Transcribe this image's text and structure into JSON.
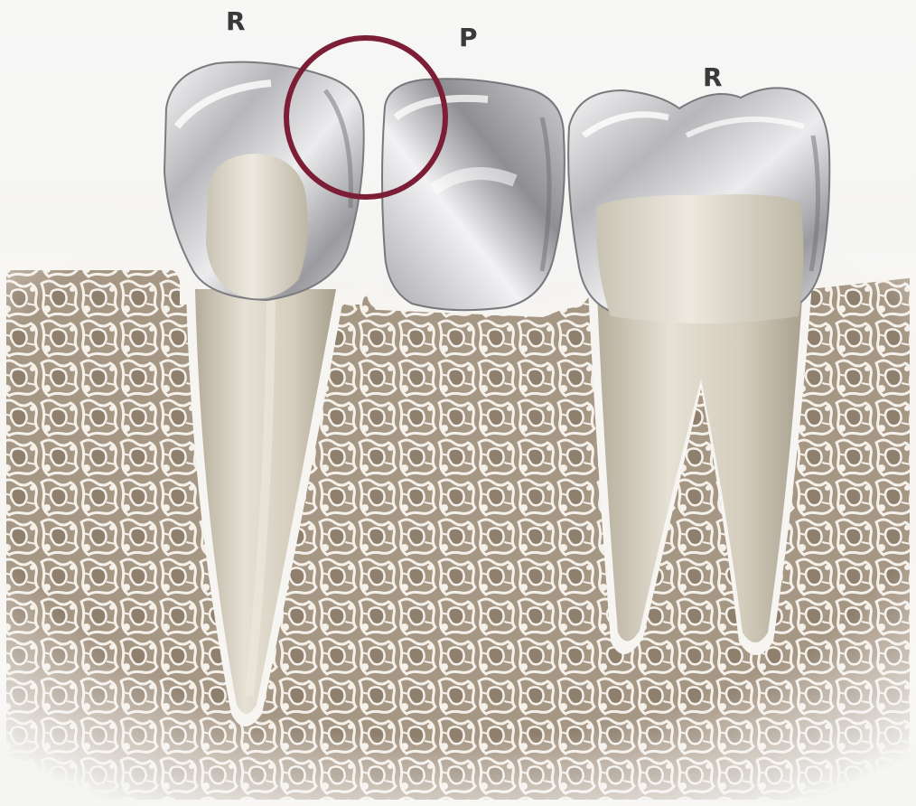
{
  "labels": {
    "left_tooth": "R",
    "middle_tooth": "P",
    "right_tooth": "R"
  },
  "colors": {
    "bone_base": "#a99a88",
    "bone_trabeculae": "#f3efe9",
    "bone_dark": "#7d6f60",
    "gingiva_outline": "#f7f5f1",
    "root": "#d9d3c4",
    "root_shadow": "#b9b19f",
    "crown_metal_light": "#f2f2f3",
    "crown_metal_dark": "#8c8c90",
    "highlight_circle": "#7c1f36"
  }
}
